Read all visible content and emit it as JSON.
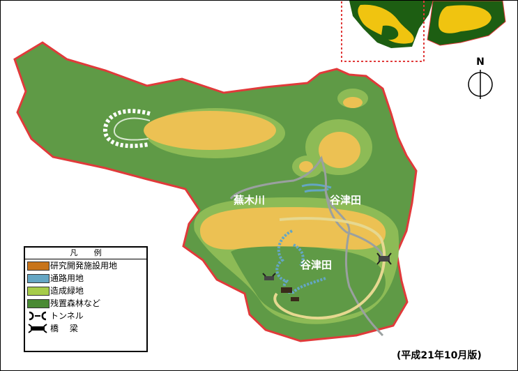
{
  "colors": {
    "research_facility": "#c8741a",
    "road": "#64a6c4",
    "created_green": "#a6cc4a",
    "remaining_forest": "#4a8a34",
    "map_base": "#5f9a46",
    "map_light": "#8dbb56",
    "terrace": "#ecc153",
    "boundary": "#e03a3a",
    "inset_dark": "#1d5e12",
    "inset_yellow": "#f0c410"
  },
  "map": {
    "labels": [
      "蕪木川",
      "谷津田",
      "谷津田"
    ],
    "compass": "N"
  },
  "legend": {
    "title": "凡 例",
    "items": [
      {
        "label": "研究開発施設用地",
        "icon": "swatch-orange"
      },
      {
        "label": "通路用地",
        "icon": "swatch-blue"
      },
      {
        "label": "造成緑地",
        "icon": "swatch-light-green"
      },
      {
        "label": "残置森林など",
        "icon": "swatch-dark-green"
      },
      {
        "label": "トンネル",
        "icon": "tunnel-icon"
      },
      {
        "label": "橋　 梁",
        "icon": "bridge-icon"
      }
    ]
  },
  "date_label": "(平成21年10月版)"
}
